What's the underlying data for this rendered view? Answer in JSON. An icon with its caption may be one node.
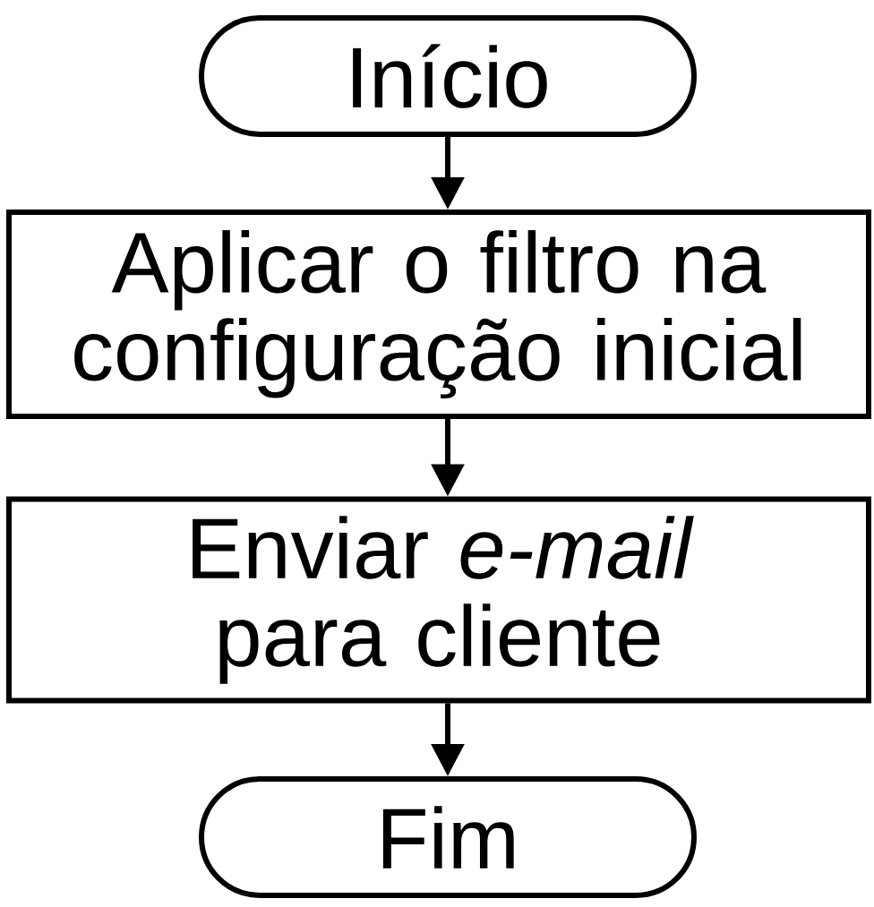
{
  "diagram": {
    "nodes": [
      {
        "text": [
          "Início"
        ]
      },
      {
        "text": [
          "Aplicar o filtro na configuração inicial"
        ]
      },
      {
        "text": [
          "Enviar *e-mail* para cliente"
        ]
      },
      {
        "text": [
          "Fim"
        ]
      }
    ],
    "edges": [
      {
        "from": 0,
        "to": 1,
        "arrow": "to"
      },
      {
        "from": 1,
        "to": 2,
        "arrow": "to"
      },
      {
        "from": 2,
        "to": 3,
        "arrow": "to"
      }
    ]
  }
}
